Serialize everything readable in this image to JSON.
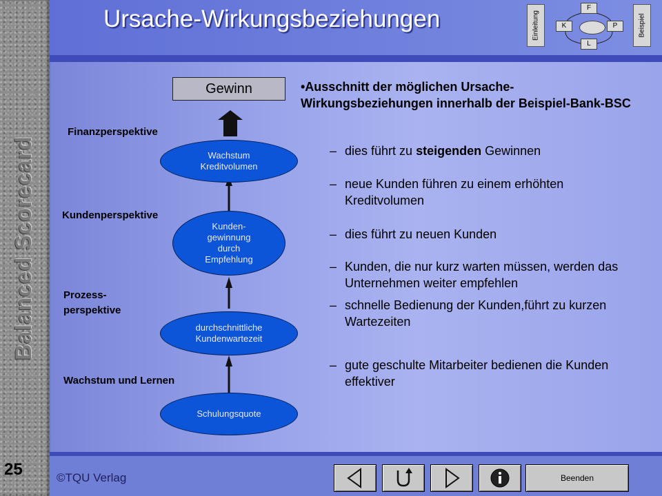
{
  "sidebar": {
    "vertical_title": "Balanced Scorecard",
    "page_number": "25"
  },
  "header": {
    "title": "Ursache-Wirkungsbeziehungen"
  },
  "nav_widget": {
    "left_tab": "Einleitung",
    "right_tab": "Beispiel",
    "top": "F",
    "left": "K",
    "right": "P",
    "bottom": "L"
  },
  "diagram": {
    "top_box": "Gewinn",
    "perspectives": [
      "Finanzperspektive",
      "Kundenperspektive",
      "Prozess-\nperspektive",
      "Wachstum und Lernen"
    ],
    "nodes": [
      "Wachstum\nKreditvolumen",
      "Kunden-\ngewinnung\ndurch\nEmpfehlung",
      "durchschnittliche\nKundenwartezeit",
      "Schulungsquote"
    ]
  },
  "bullets": {
    "main": "•Ausschnitt der möglichen Ursache-Wirkungsbeziehungen innerhalb der Beispiel-Bank-BSC",
    "dash": "–",
    "items": [
      {
        "before": "dies führt zu ",
        "bold": "steigenden",
        "after": " Gewinnen"
      },
      {
        "text": "neue Kunden führen zu einem erhöhten Kreditvolumen"
      },
      {
        "text": "dies führt zu neuen Kunden"
      },
      {
        "text": "Kunden, die nur kurz warten müssen, werden das Unternehmen weiter empfehlen"
      },
      {
        "text": "schnelle Bedienung der Kunden,führt  zu kurzen Wartezeiten"
      },
      {
        "text": "gute geschulte Mitarbeiter bedienen die Kunden effektiver"
      }
    ]
  },
  "footer": {
    "copyright": "©TQU Verlag",
    "end_label": "Beenden",
    "buttons": [
      "back-icon",
      "return-icon",
      "forward-icon",
      "info-icon"
    ]
  },
  "colors": {
    "node_fill": "#0c55d8",
    "panel": "#9aa4ea",
    "header": "#6f7fd6"
  }
}
